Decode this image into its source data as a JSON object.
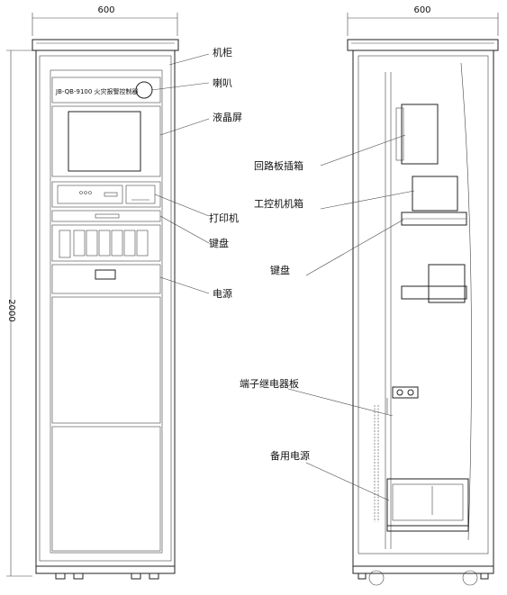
{
  "dimensions": {
    "front_width": "600",
    "side_width": "600",
    "height": "2000"
  },
  "front_view": {
    "panel_title": "JB-QB-9100  火灾报警控制器",
    "labels": {
      "cabinet": "机柜",
      "speaker": "喇叭",
      "lcd": "液晶屏",
      "printer": "打印机",
      "keyboard": "键盘",
      "power": "电源"
    }
  },
  "side_view": {
    "labels": {
      "loop_board_box": "回路板插箱",
      "ipc_box": "工控机机箱",
      "keyboard": "键盘",
      "terminal_relay_board": "端子继电器板",
      "backup_power": "备用电源"
    }
  }
}
